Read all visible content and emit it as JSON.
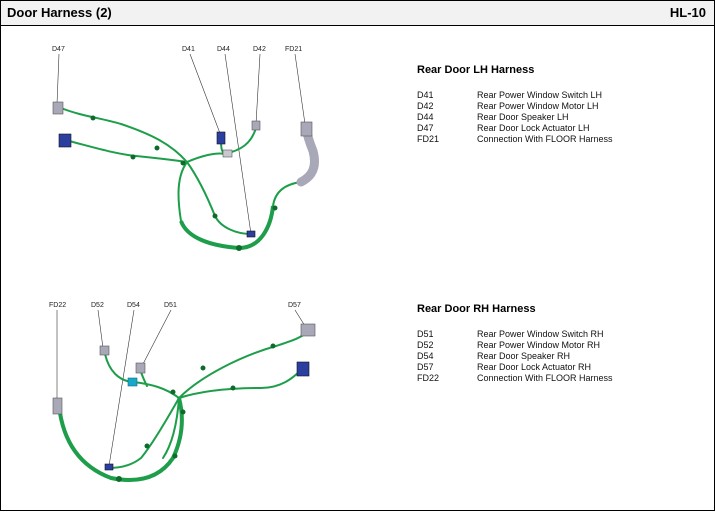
{
  "header": {
    "title": "Door Harness (2)",
    "code": "HL-10"
  },
  "lh": {
    "callouts": [
      "D47",
      "D41",
      "D44",
      "D42",
      "FD21"
    ],
    "title": "Rear Door LH Harness",
    "rows": [
      {
        "code": "D41",
        "desc": "Rear Power Window Switch LH"
      },
      {
        "code": "D42",
        "desc": "Rear Power Window Motor LH"
      },
      {
        "code": "D44",
        "desc": "Rear Door Speaker LH"
      },
      {
        "code": "D47",
        "desc": "Rear Door Lock Actuator LH"
      },
      {
        "code": "FD21",
        "desc": "Connection With FLOOR Harness"
      }
    ]
  },
  "rh": {
    "callouts": [
      "FD22",
      "D52",
      "D54",
      "D51",
      "D57"
    ],
    "title": "Rear Door RH Harness",
    "rows": [
      {
        "code": "D51",
        "desc": "Rear Power Window Switch RH"
      },
      {
        "code": "D52",
        "desc": "Rear Power Window Motor RH"
      },
      {
        "code": "D54",
        "desc": "Rear Door Speaker RH"
      },
      {
        "code": "D57",
        "desc": "Rear Door Lock Actuator RH"
      },
      {
        "code": "FD22",
        "desc": "Connection With FLOOR Harness"
      }
    ]
  },
  "colors": {
    "wire": "#1e9e4a",
    "wire_dark": "#0e6b2c",
    "connector_blue": "#2a3f9e",
    "connector_gray": "#a8a8b8",
    "connector_cyan": "#19a8c8"
  }
}
